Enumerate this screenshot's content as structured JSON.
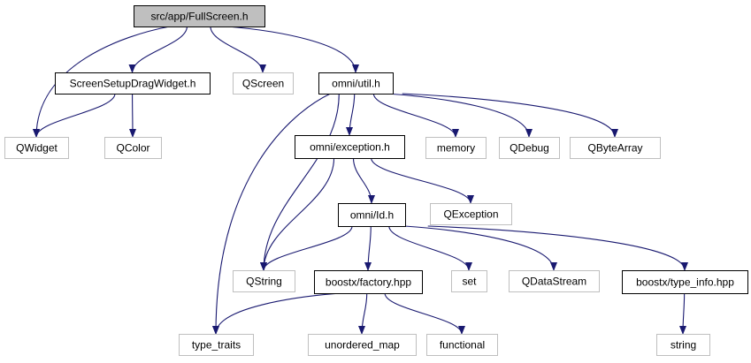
{
  "theme": {
    "edge_color": "#191970",
    "root_fill": "#bfbfbf",
    "documented_stroke": "#000000",
    "external_stroke": "#bfbfbf",
    "text_color": "#000000",
    "external_text_color": "#000000"
  },
  "nodes": [
    {
      "id": "fullscreen",
      "label": "src/app/FullScreen.h",
      "kind": "root"
    },
    {
      "id": "screensetup",
      "label": "ScreenSetupDragWidget.h",
      "kind": "documented"
    },
    {
      "id": "qscreen",
      "label": "QScreen",
      "kind": "external"
    },
    {
      "id": "omniutil",
      "label": "omni/util.h",
      "kind": "documented"
    },
    {
      "id": "qwidget",
      "label": "QWidget",
      "kind": "external"
    },
    {
      "id": "qcolor",
      "label": "QColor",
      "kind": "external"
    },
    {
      "id": "omniexception",
      "label": "omni/exception.h",
      "kind": "documented"
    },
    {
      "id": "memory",
      "label": "memory",
      "kind": "external"
    },
    {
      "id": "qdebug",
      "label": "QDebug",
      "kind": "external"
    },
    {
      "id": "qbytearray",
      "label": "QByteArray",
      "kind": "external"
    },
    {
      "id": "omniid",
      "label": "omni/Id.h",
      "kind": "documented"
    },
    {
      "id": "qexception",
      "label": "QException",
      "kind": "external"
    },
    {
      "id": "qstring",
      "label": "QString",
      "kind": "external"
    },
    {
      "id": "boostfactory",
      "label": "boostx/factory.hpp",
      "kind": "documented"
    },
    {
      "id": "set",
      "label": "set",
      "kind": "external"
    },
    {
      "id": "qdatastream",
      "label": "QDataStream",
      "kind": "external"
    },
    {
      "id": "boosttypeinfo",
      "label": "boostx/type_info.hpp",
      "kind": "documented"
    },
    {
      "id": "typetraits",
      "label": "type_traits",
      "kind": "external"
    },
    {
      "id": "unorderedmap",
      "label": "unordered_map",
      "kind": "external"
    },
    {
      "id": "functional",
      "label": "functional",
      "kind": "external"
    },
    {
      "id": "string",
      "label": "string",
      "kind": "external"
    }
  ],
  "edges": [
    {
      "from": "fullscreen",
      "to": "qwidget"
    },
    {
      "from": "fullscreen",
      "to": "screensetup"
    },
    {
      "from": "fullscreen",
      "to": "qscreen"
    },
    {
      "from": "fullscreen",
      "to": "omniutil"
    },
    {
      "from": "screensetup",
      "to": "qwidget"
    },
    {
      "from": "screensetup",
      "to": "qcolor"
    },
    {
      "from": "omniutil",
      "to": "omniexception"
    },
    {
      "from": "omniutil",
      "to": "memory"
    },
    {
      "from": "omniutil",
      "to": "qdebug"
    },
    {
      "from": "omniutil",
      "to": "qbytearray"
    },
    {
      "from": "omniutil",
      "to": "qstring"
    },
    {
      "from": "omniutil",
      "to": "typetraits"
    },
    {
      "from": "omniexception",
      "to": "omniid"
    },
    {
      "from": "omniexception",
      "to": "qexception"
    },
    {
      "from": "omniexception",
      "to": "qstring"
    },
    {
      "from": "omniid",
      "to": "qstring"
    },
    {
      "from": "omniid",
      "to": "boostfactory"
    },
    {
      "from": "omniid",
      "to": "set"
    },
    {
      "from": "omniid",
      "to": "qdatastream"
    },
    {
      "from": "omniid",
      "to": "boosttypeinfo"
    },
    {
      "from": "boostfactory",
      "to": "typetraits"
    },
    {
      "from": "boostfactory",
      "to": "unorderedmap"
    },
    {
      "from": "boostfactory",
      "to": "functional"
    },
    {
      "from": "boosttypeinfo",
      "to": "string"
    }
  ]
}
